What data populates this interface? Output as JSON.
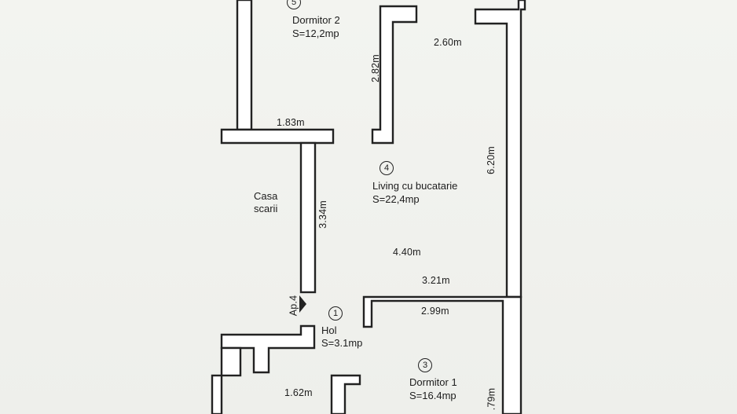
{
  "rooms": {
    "dormitor2": {
      "number": "5",
      "name": "Dormitor 2",
      "area": "S=12,2mp"
    },
    "living": {
      "number": "4",
      "name": "Living cu bucatarie",
      "area": "S=22,4mp"
    },
    "casa_scarii": {
      "line1": "Casa",
      "line2": "scarii"
    },
    "hol": {
      "number": "1",
      "name": "Hol",
      "area": "S=3.1mp"
    },
    "dormitor1": {
      "number": "3",
      "name": "Dormitor 1",
      "area": "S=16.4mp"
    }
  },
  "dimensions": {
    "d260": "2.60m",
    "d282": "2.82m",
    "d183": "1.83m",
    "d620": "6.20m",
    "d334": "3.34m",
    "d440": "4.40m",
    "d321": "3.21m",
    "d299": "2.99m",
    "d162": "1.62m",
    "d79": ".79m"
  },
  "entrance_label": "Ap.4",
  "colors": {
    "wall_stroke": "#222222",
    "wall_fill": "#ffffff",
    "paper": "#f1f2ee"
  }
}
